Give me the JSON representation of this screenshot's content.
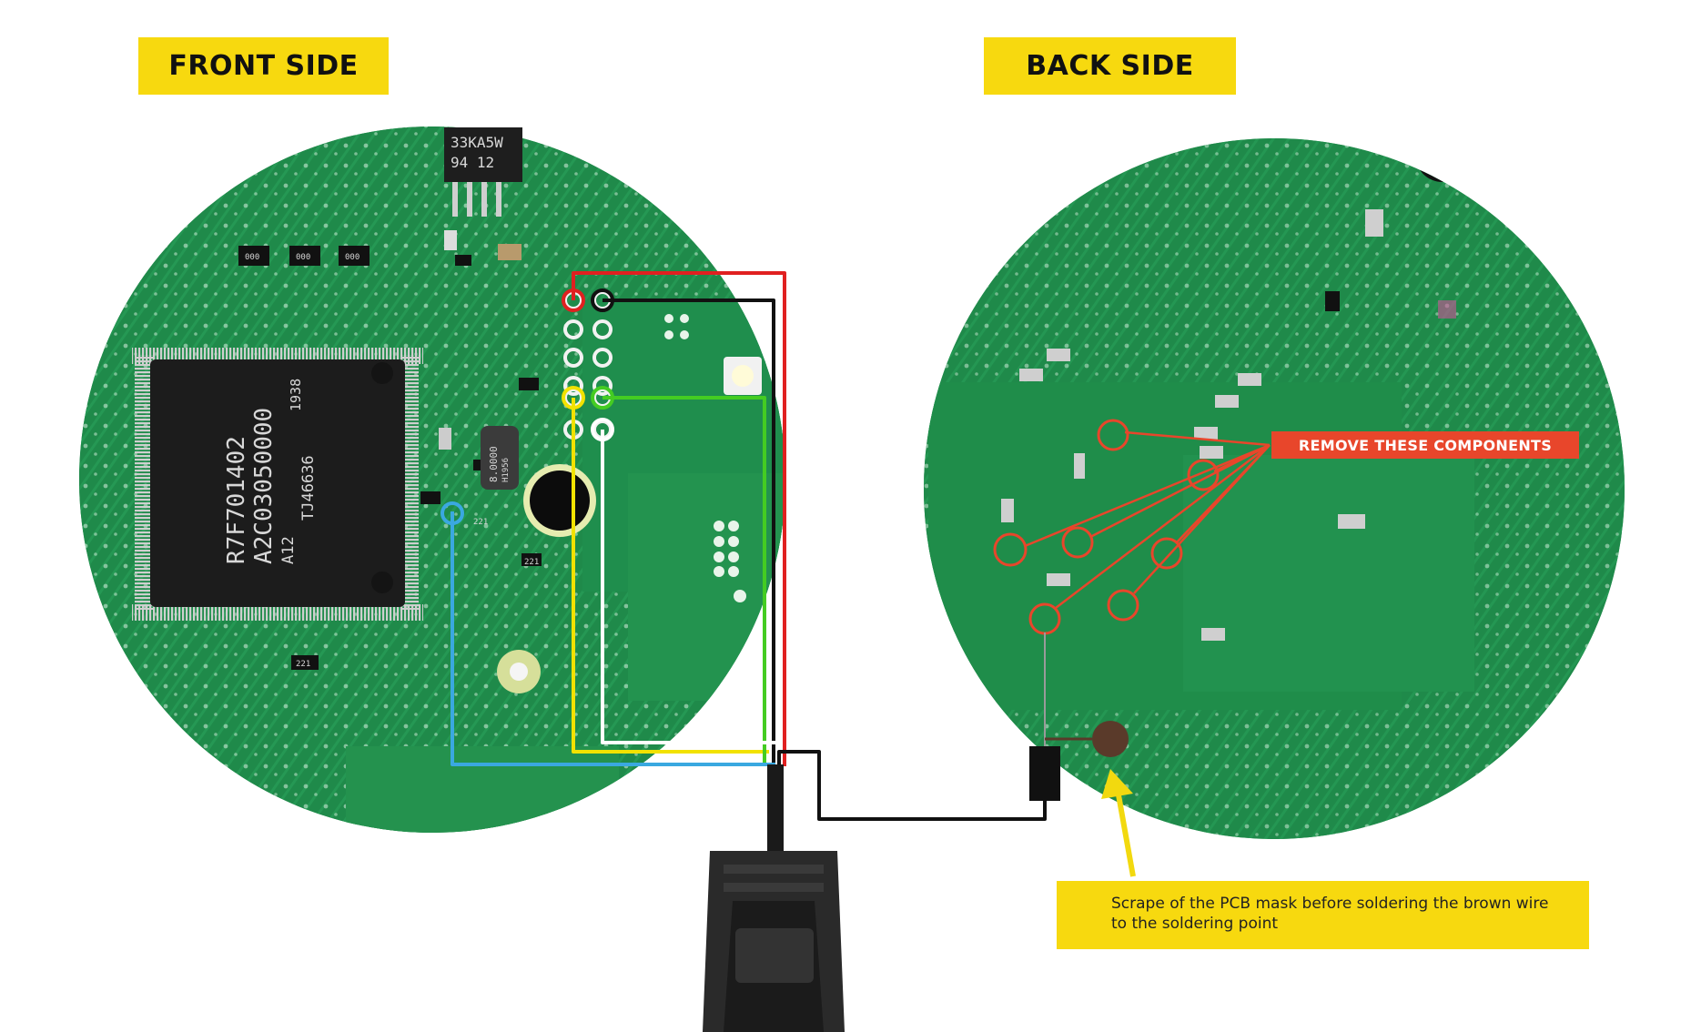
{
  "labels": {
    "front_side": "FRONT SIDE",
    "back_side": "BACK SIDE",
    "remove_components": "REMOVE THESE COMPONENTS",
    "note": "Scrape of the PCB mask before soldering the brown wire to the soldering point"
  },
  "chip_markings": {
    "main_ic_lines": [
      "R7F701402",
      "A2C03050000",
      "A12",
      "TJ46636"
    ],
    "main_ic_side": "1938",
    "crystal_lines": [
      "8.0000",
      "H1956"
    ],
    "regulator_lines": [
      "33KA5W",
      "94   12"
    ],
    "smd_small": [
      "221",
      "221",
      "221",
      "000",
      "000",
      "000"
    ]
  },
  "colors": {
    "label_yellow": "#f7d90f",
    "remove_orange": "#e8462b",
    "pcb_green": "#1f8a4a",
    "wire_red": "#e02020",
    "wire_black": "#111111",
    "wire_yellow": "#f2e200",
    "wire_green": "#44cc22",
    "wire_white": "#ffffff",
    "wire_blue": "#3aa8e0",
    "wire_brown": "#5a3a2a"
  },
  "icons": [
    "db9-connector-icon",
    "arrow-icon",
    "pad-marker-icon"
  ]
}
